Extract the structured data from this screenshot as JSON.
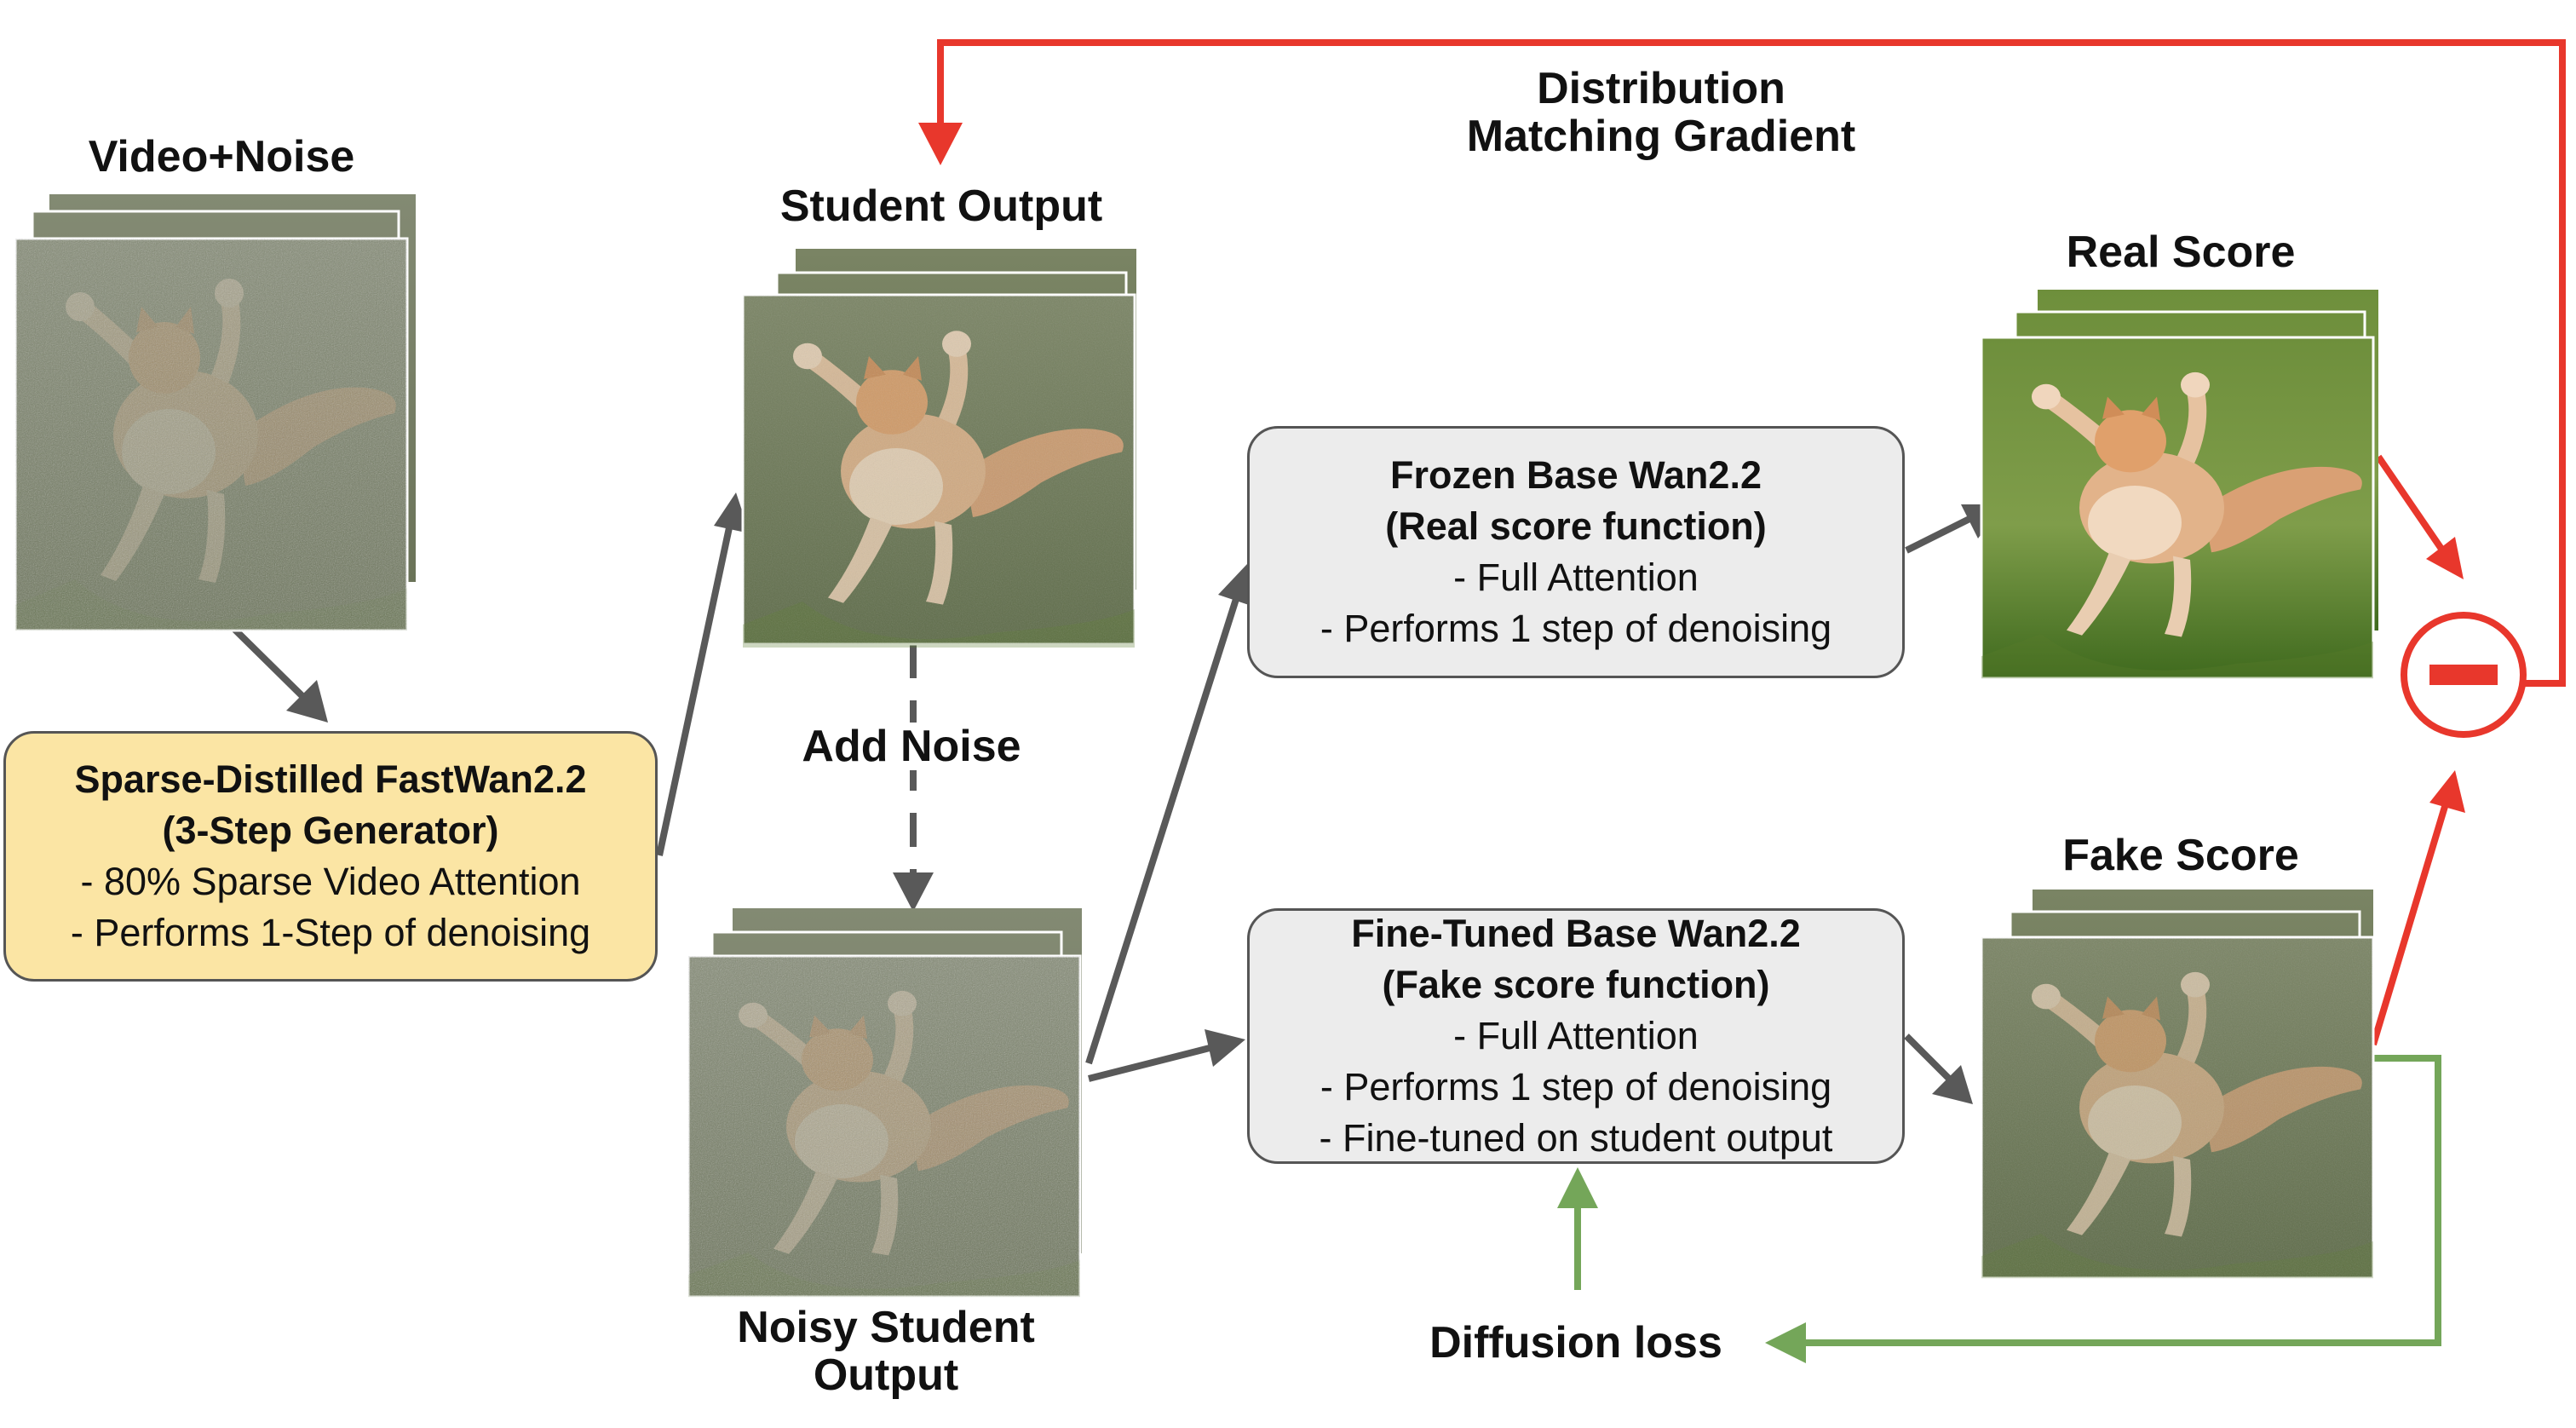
{
  "labels": {
    "video_noise": "Video+Noise",
    "student_output": "Student Output",
    "noisy_student_output_1": "Noisy Student",
    "noisy_student_output_2": "Output",
    "add_noise": "Add Noise",
    "real_score": "Real Score",
    "fake_score": "Fake Score",
    "dmg_1": "Distribution",
    "dmg_2": "Matching Gradient",
    "diffusion_loss": "Diffusion loss",
    "minus_symbol": "−"
  },
  "generator": {
    "title_1": "Sparse-Distilled FastWan2.2",
    "title_2": "(3-Step Generator)",
    "line_1": "- 80% Sparse Video Attention",
    "line_2": "- Performs 1-Step of denoising"
  },
  "real_model": {
    "title_1": "Frozen Base Wan2.2",
    "title_2": "(Real score function)",
    "line_1": "- Full Attention",
    "line_2": "- Performs 1 step of denoising"
  },
  "fake_model": {
    "title_1": "Fine-Tuned Base Wan2.2",
    "title_2": "(Fake score function)",
    "line_1": "- Full Attention",
    "line_2": "- Performs 1 step of denoising",
    "line_3": "- Fine-tuned on student output"
  },
  "colors": {
    "generator_fill": "#fbe5a4",
    "model_fill": "#ececec",
    "arrow_gray": "#595959",
    "arrow_red": "#e8372c",
    "arrow_green": "#74a659"
  },
  "icons": {
    "frames": "video-frame-stack-cat",
    "minus": "minus-circle-icon"
  }
}
